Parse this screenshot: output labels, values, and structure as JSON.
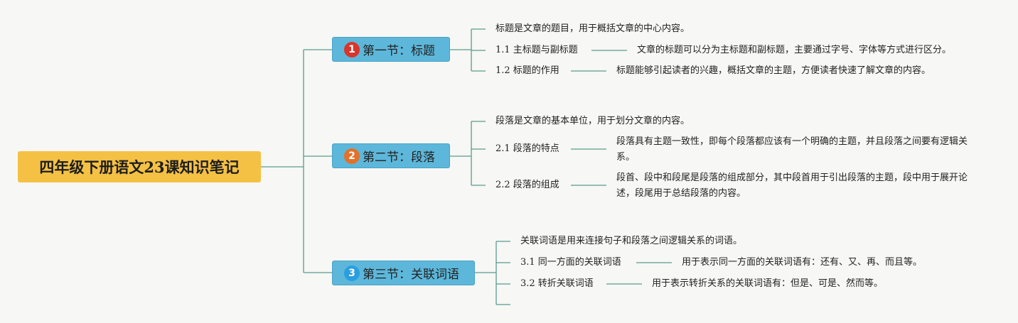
{
  "root": {
    "title": "四年级下册语文23课知识笔记"
  },
  "colors": {
    "root_bg": "#f5c144",
    "section_bg": "#5db7da",
    "line": "#5a9b8c",
    "badge1": "#d9352b",
    "badge2": "#e3712a",
    "badge3": "#2a9ee0"
  },
  "sections": [
    {
      "num": "1",
      "title": "第一节：标题",
      "intro": "标题是文章的题目，用于概括文章的中心内容。",
      "subs": [
        {
          "label": "1.1 主标题与副标题",
          "detail": "文章的标题可以分为主标题和副标题，主要通过字号、字体等方式进行区分。"
        },
        {
          "label": "1.2 标题的作用",
          "detail": "标题能够引起读者的兴趣，概括文章的主题，方便读者快速了解文章的内容。"
        }
      ]
    },
    {
      "num": "2",
      "title": "第二节：段落",
      "intro": "段落是文章的基本单位，用于划分文章的内容。",
      "subs": [
        {
          "label": "2.1 段落的特点",
          "detail": "段落具有主题一致性，即每个段落都应该有一个明确的主题，并且段落之间要有逻辑关系。"
        },
        {
          "label": "2.2 段落的组成",
          "detail": "段首、段中和段尾是段落的组成部分，其中段首用于引出段落的主题，段中用于展开论述，段尾用于总结段落的内容。"
        }
      ]
    },
    {
      "num": "3",
      "title": "第三节：关联词语",
      "intro": "关联词语是用来连接句子和段落之间逻辑关系的词语。",
      "subs": [
        {
          "label": "3.1 同一方面的关联词语",
          "detail": "用于表示同一方面的关联词语有：还有、又、再、而且等。"
        },
        {
          "label": "3.2 转折关联词语",
          "detail": "用于表示转折关系的关联词语有：但是、可是、然而等。"
        }
      ]
    }
  ]
}
